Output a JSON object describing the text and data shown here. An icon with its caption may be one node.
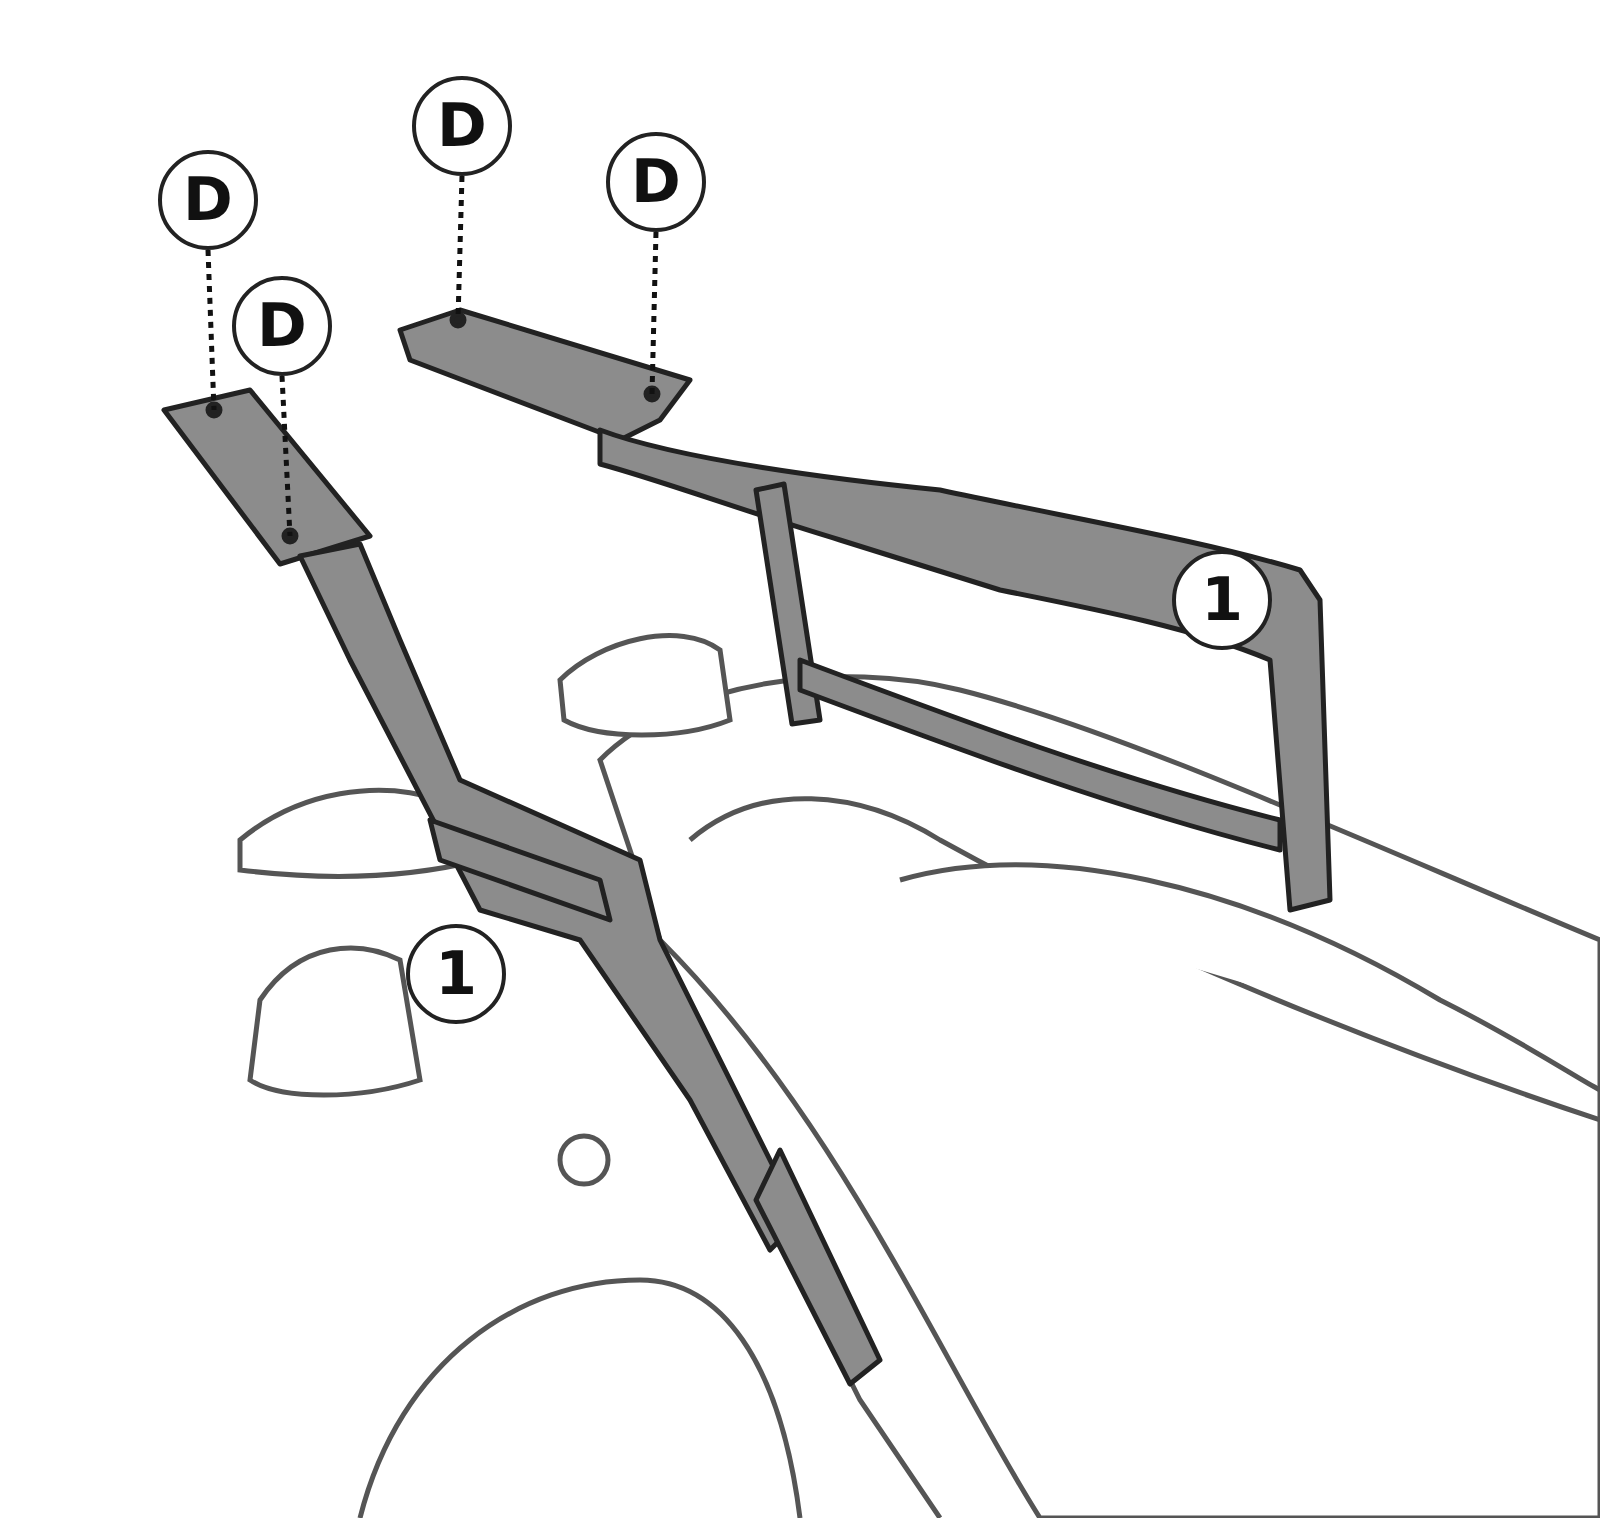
{
  "diagram": {
    "nodes": [
      {
        "text": [
          "D"
        ]
      },
      {
        "text": [
          "D"
        ]
      },
      {
        "text": [
          "D"
        ]
      },
      {
        "text": [
          "D"
        ]
      },
      {
        "text": [
          "1"
        ]
      },
      {
        "text": [
          "1"
        ]
      }
    ],
    "edges": [
      {
        "from": 0,
        "to": null,
        "arrow": "none",
        "style": "dashed"
      },
      {
        "from": 1,
        "to": null,
        "arrow": "none",
        "style": "dashed"
      },
      {
        "from": 2,
        "to": null,
        "arrow": "none",
        "style": "dashed"
      },
      {
        "from": 3,
        "to": null,
        "arrow": "none",
        "style": "dashed"
      }
    ]
  }
}
